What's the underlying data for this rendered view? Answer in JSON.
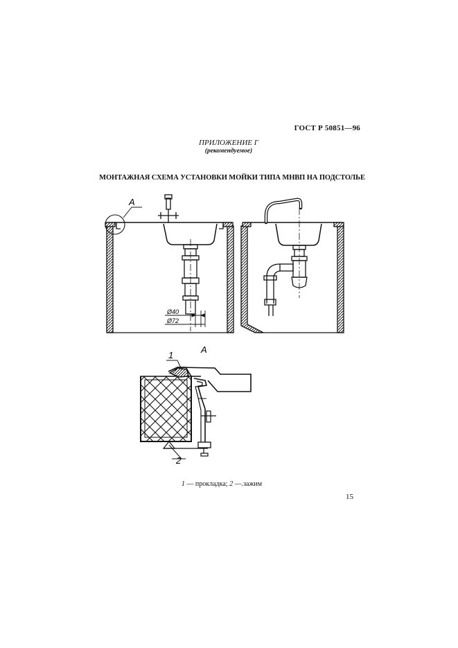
{
  "header": {
    "standard": "ГОСТ Р 50851—96"
  },
  "appendix": {
    "title": "ПРИЛОЖЕНИЕ Г",
    "note": "(рекомендуемое)"
  },
  "figure": {
    "title": "МОНТАЖНАЯ СХЕМА УСТАНОВКИ МОЙКИ ТИПА МНВП НА ПОДСТОЛЬЕ",
    "callout_label": "А",
    "detail_label": "А",
    "dim_40": "Ø40",
    "dim_72": "Ø72",
    "part_1": "1",
    "part_2": "2"
  },
  "caption": {
    "num1": "1",
    "text1": " — прокладка; ",
    "num2": "2",
    "text2": " —.зажим"
  },
  "footer": {
    "page": "15"
  }
}
